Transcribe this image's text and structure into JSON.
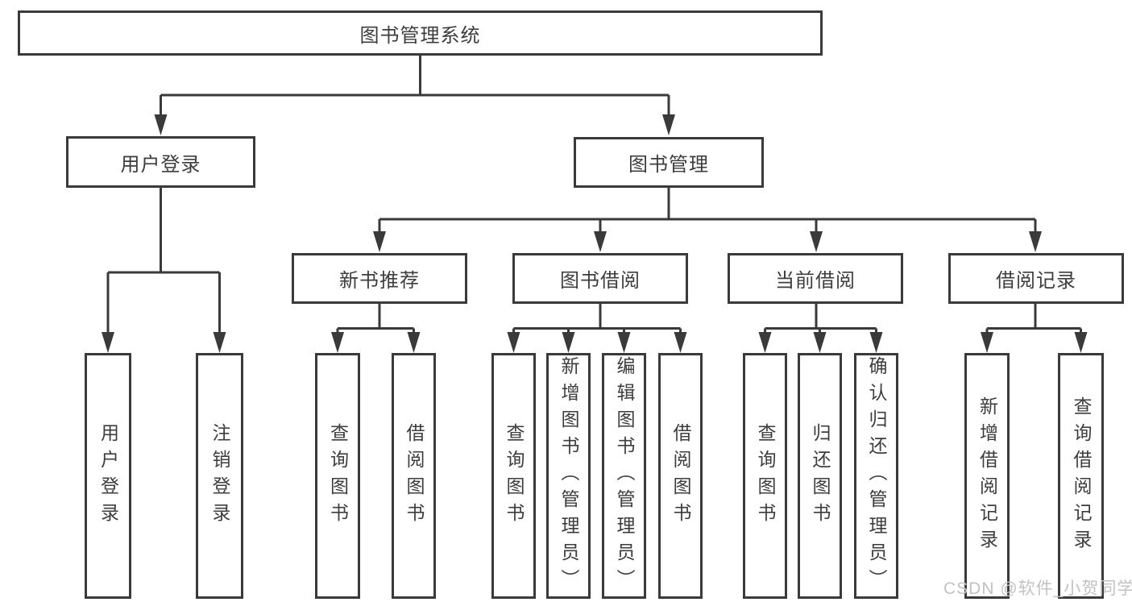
{
  "diagram": {
    "nodes": {
      "root": {
        "label": "图书管理系统"
      },
      "user_login": {
        "label": "用户登录"
      },
      "book_management": {
        "label": "图书管理"
      },
      "leaf_user_login": {
        "label": "用户登录"
      },
      "leaf_logout": {
        "label": "注销登录"
      },
      "new_book_rec": {
        "label": "新书推荐"
      },
      "book_borrow": {
        "label": "图书借阅"
      },
      "current_borrow": {
        "label": "当前借阅"
      },
      "borrow_records": {
        "label": "借阅记录"
      },
      "rec_query_books": {
        "label": "查询图书"
      },
      "rec_borrow_books": {
        "label": "借阅图书"
      },
      "bb_query_books": {
        "label": "查询图书"
      },
      "bb_add_books": {
        "label": "新增图书（管理员）"
      },
      "bb_edit_books": {
        "label": "编辑图书（管理员）"
      },
      "bb_borrow_books": {
        "label": "借阅图书"
      },
      "cb_query_books": {
        "label": "查询图书"
      },
      "cb_return_books": {
        "label": "归还图书"
      },
      "cb_confirm_return": {
        "label": "确认归还（管理员）"
      },
      "br_add_record": {
        "label": "新增借阅记录"
      },
      "br_query_record": {
        "label": "查询借阅记录"
      }
    },
    "watermark": {
      "text": "CSDN @软件_小贺同学"
    },
    "colors": {
      "line": "#3a3a3a",
      "text": "#3d3d3d",
      "background": "#ffffff",
      "watermark": "#c2c2c2"
    }
  }
}
